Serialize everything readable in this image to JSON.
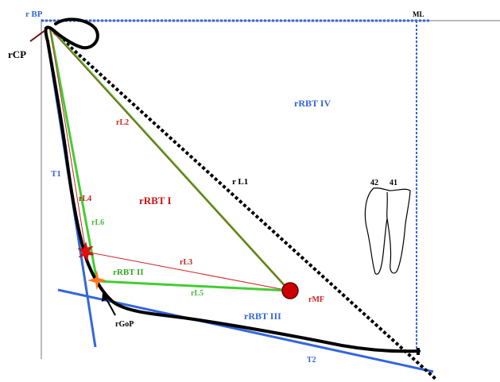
{
  "colors": {
    "black": "#000000",
    "red": "#cc2222",
    "green": "#44cc33",
    "blue": "#3366dd",
    "star_red": "#dd1111",
    "star_orange": "#ff7722",
    "dot_red": "#cc0000"
  },
  "labels": {
    "rBP": "r BP",
    "ML": "ML",
    "rCP": "rCP",
    "rRBT_IV": "rRBT IV",
    "rL2": "rL2",
    "rL1": "r L1",
    "T1": "T1",
    "rL4": "rL4",
    "rRBT_I": "rRBT I",
    "rL6": "rL6",
    "tooth_42": "42",
    "tooth_41": "41",
    "rL3": "rL3",
    "rRBT_II": "rRBT II",
    "rL5": "rL5",
    "rMF": "rMF",
    "rRBT_III": "rRBT III",
    "rGoP": "rGoP",
    "T2": "T2"
  }
}
